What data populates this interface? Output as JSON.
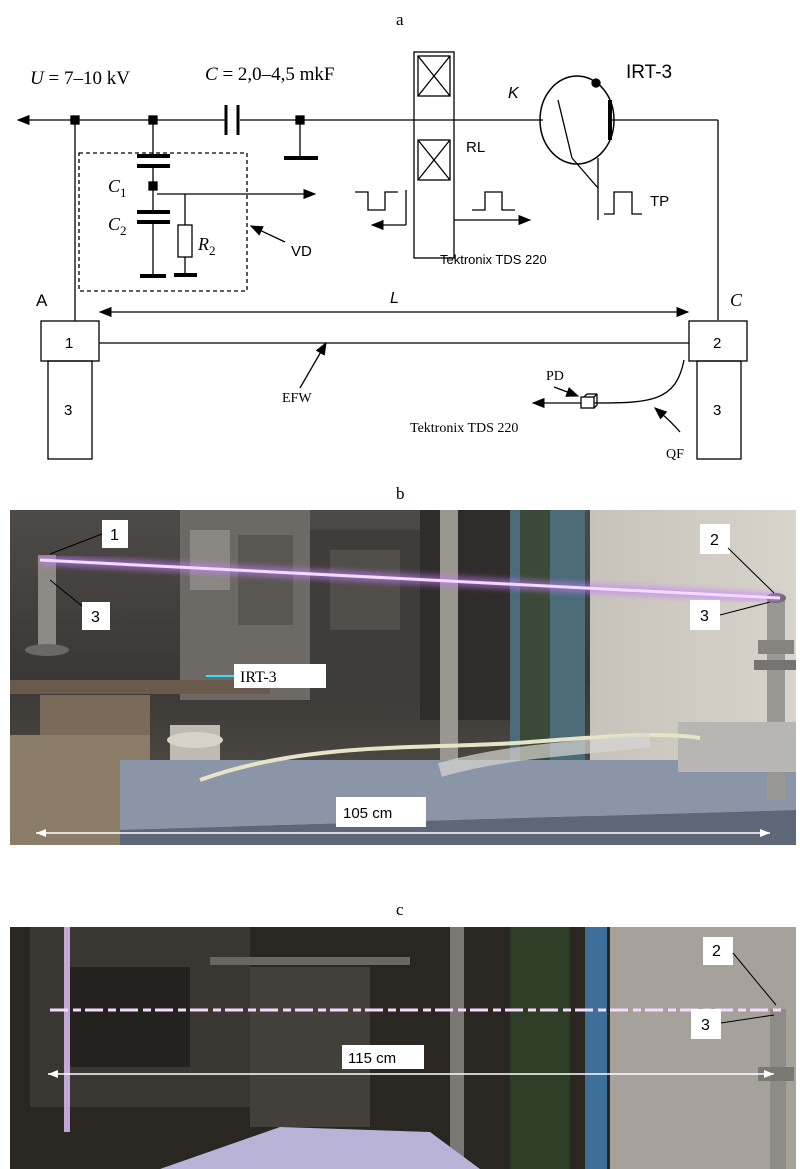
{
  "panels": {
    "a": "a",
    "b": "b",
    "c": "c"
  },
  "schematic": {
    "voltage_var": "U",
    "voltage_value": " = 7–10 kV",
    "cap_var": "C",
    "cap_value": " = 2,0–4,5 mkF",
    "c1_var": "C",
    "c1_sub": "1",
    "c2_var": "C",
    "c2_sub": "2",
    "r2_var": "R",
    "r2_sub": "2",
    "vd": "VD",
    "rl": "RL",
    "irt": "IRT-3",
    "k": "K",
    "tp": "TP",
    "scope_top": "Tektronix TDS 220",
    "scope_bottom": "Tektronix TDS 220",
    "node_a": "A",
    "node_c": "C",
    "length": "L",
    "box1": "1",
    "box2": "2",
    "stand_left": "3",
    "stand_right": "3",
    "efw": "EFW",
    "pd": "PD",
    "qf": "QF"
  },
  "photo_b": {
    "label1": "1",
    "label3_left": "3",
    "label2": "2",
    "label3_right": "3",
    "irt": "IRT-3",
    "distance": "105 cm"
  },
  "photo_c": {
    "label2": "2",
    "label3": "3",
    "distance": "115 cm"
  },
  "colors": {
    "discharge": "#c77dff",
    "discharge_core": "#f5d9ff",
    "bench": "#8a96a8",
    "background_dark": "#2a2622"
  }
}
